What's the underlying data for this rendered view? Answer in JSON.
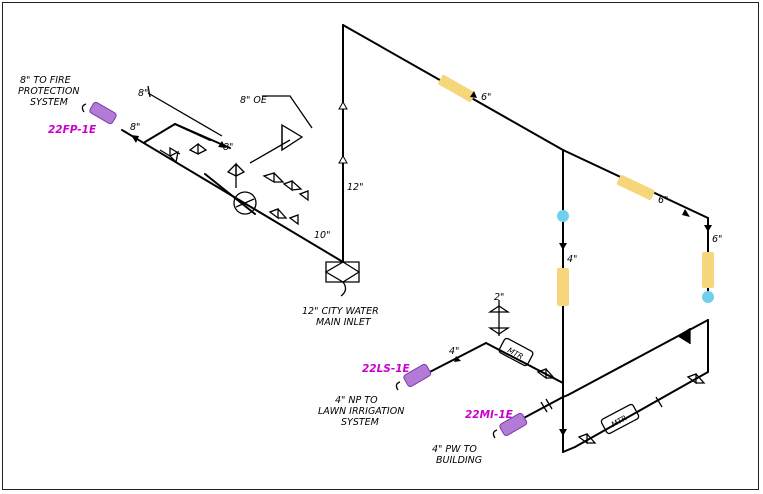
{
  "colors": {
    "line": "#000000",
    "tag_text": "#cc00cc",
    "connector_fill": "#b37bd6",
    "insulation_fill": "#f6d67a",
    "sensor_fill": "#6fd0ee"
  },
  "tags": {
    "fire": "22FP-1E",
    "lawn": "22LS-1E",
    "building": "22MI-1E"
  },
  "notes": {
    "fire_line1": "8\" TO FIRE",
    "fire_line2": "PROTECTION",
    "fire_line3": "SYSTEM",
    "city_line1": "12\" CITY WATER",
    "city_line2": "MAIN INLET",
    "lawn_line1": "4\" NP TO",
    "lawn_line2": "LAWN IRRIGATION",
    "lawn_line3": "SYSTEM",
    "bldg_line1": "4\" PW TO",
    "bldg_line2": "BUILDING"
  },
  "sizes": {
    "s8_top": "8\"",
    "s8_oe": "8\" OE",
    "s8_a": "8\"",
    "s8_b": "8\"",
    "s10": "10\"",
    "s12": "12\"",
    "s6_a": "6\"",
    "s6_b": "6\"",
    "s6_c": "6\"",
    "s4_a": "4\"",
    "s4_b": "4\"",
    "s2": "2\""
  },
  "meter_label": "MTR"
}
